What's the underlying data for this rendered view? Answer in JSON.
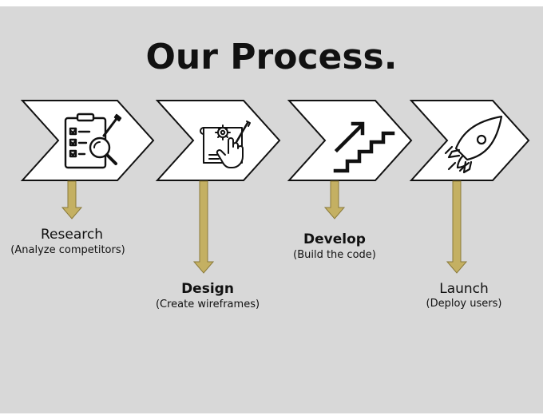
{
  "title": "Our Process.",
  "colors": {
    "background": "#d8d8d8",
    "chevron_fill": "#ffffff",
    "chevron_stroke": "#111111",
    "arrow_fill": "#c4b062",
    "arrow_stroke": "#8a7a3a"
  },
  "steps": [
    {
      "name": "Research",
      "description": "(Analyze competitors)",
      "icon": "checklist-magnifier-icon"
    },
    {
      "name": "Design",
      "description": "(Create wireframes)",
      "icon": "blueprint-gear-hand-icon"
    },
    {
      "name": "Develop",
      "description": "(Build the code)",
      "icon": "stairs-up-arrow-icon"
    },
    {
      "name": "Launch",
      "description": "(Deploy users)",
      "icon": "rocket-icon"
    }
  ]
}
